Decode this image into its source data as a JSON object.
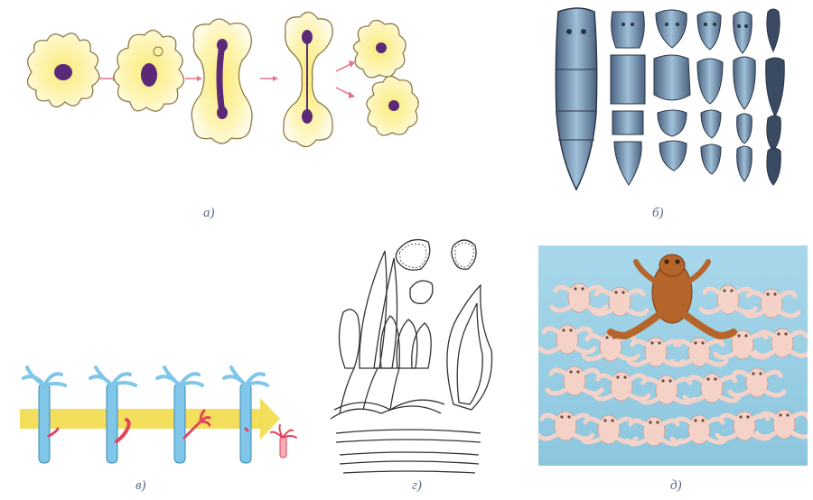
{
  "figure": {
    "panels": [
      {
        "id": "a",
        "label": "а)",
        "subject": "amoeba-binary-fission"
      },
      {
        "id": "b",
        "label": "б)",
        "subject": "planarian-regeneration"
      },
      {
        "id": "v",
        "label": "в)",
        "subject": "hydra-budding"
      },
      {
        "id": "g",
        "label": "г)",
        "subject": "sporulation"
      },
      {
        "id": "d",
        "label": "д)",
        "subject": "cloned-frogs"
      }
    ]
  },
  "colors": {
    "amoeba_fill": "#fdf5b8",
    "amoeba_outline": "#8c7a45",
    "nucleus": "#5a2a78",
    "arrow_pink": "#e6728a",
    "planarian_dark": "#2b3445",
    "planarian_mid": "#6f8aa5",
    "hydra_blue": "#7fc6e8",
    "bud_red": "#e0455a",
    "yellow_arrow": "#f3dc4a",
    "frog_brown": "#b5652a",
    "frog_pale": "#f4d2c8",
    "photo_bg": "#9fd0e4"
  }
}
